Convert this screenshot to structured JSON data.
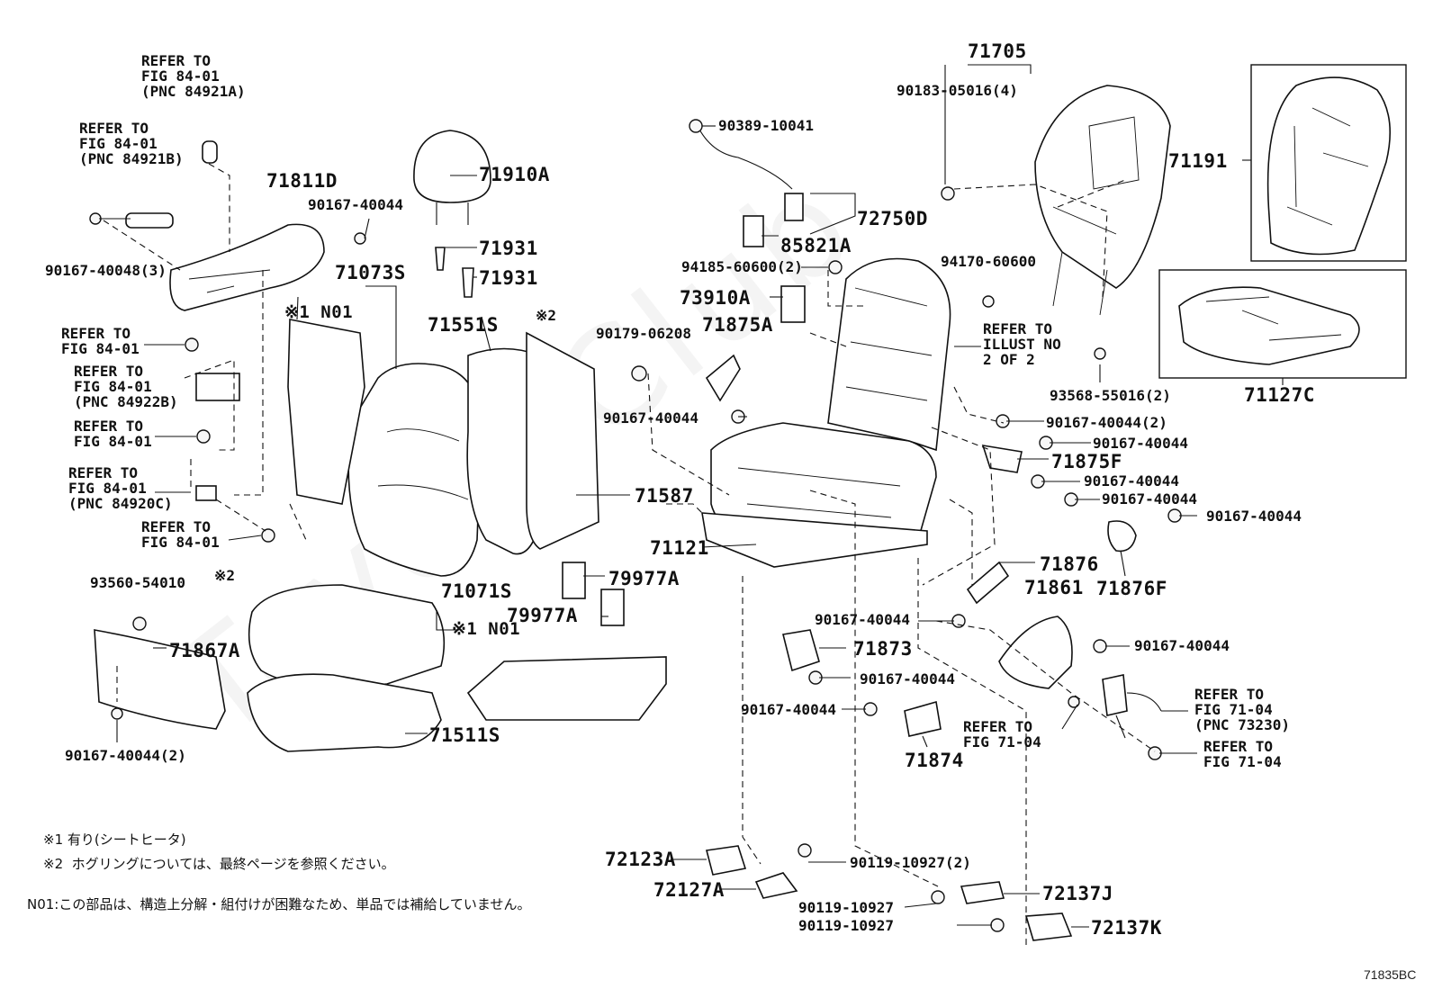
{
  "diagram": {
    "figure_code": "71835BC",
    "watermark": "ToyotaClub"
  },
  "labels": {
    "refer_84921a": "REFER TO\nFIG 84-01\n(PNC 84921A)",
    "refer_84921b": "REFER TO\nFIG 84-01\n(PNC 84921B)",
    "p71811d": "71811D",
    "p90167_40044_a": "90167-40044",
    "p90167_40048": "90167-40048(3)",
    "p71910a": "71910A",
    "p71931_a": "71931",
    "p71931_b": "71931",
    "p71073s": "71073S",
    "n01_a": "※1 N01",
    "p71551s": "71551S",
    "note2_a": "※2",
    "refer_84_01_a": "REFER TO\nFIG 84-01",
    "refer_84922b": "REFER TO\nFIG 84-01\n(PNC 84922B)",
    "refer_84_01_b": "REFER TO\nFIG 84-01",
    "refer_84920c": "REFER TO\nFIG 84-01\n(PNC 84920C)",
    "refer_84_01_c": "REFER TO\nFIG 84-01",
    "p71587": "71587",
    "p93560": "93560-54010",
    "note2_b": "※2",
    "p71071s": "71071S",
    "n01_b": "※1 N01",
    "p79977a_a": "79977A",
    "p79977a_b": "79977A",
    "p71867a": "71867A",
    "p90167_40044_2a": "90167-40044(2)",
    "p71511s": "71511S",
    "p71705": "71705",
    "p90183": "90183-05016(4)",
    "p90389": "90389-10041",
    "p72750d": "72750D",
    "p85821a": "85821A",
    "p94185": "94185-60600(2)",
    "p94170": "94170-60600",
    "p73910a": "73910A",
    "p90179": "90179-06208",
    "p71875a": "71875A",
    "refer_illust": "REFER TO\nILLUST NO\n2 OF 2",
    "p93568": "93568-55016(2)",
    "p71191": "71191",
    "p71127c": "71127C",
    "p90167_40044_b": "90167-40044",
    "p90167_40044_2b": "90167-40044(2)",
    "p90167_40044_c": "90167-40044",
    "p71875f": "71875F",
    "p90167_40044_d": "90167-40044",
    "p90167_40044_e": "90167-40044",
    "p90167_40044_f": "90167-40044",
    "p71121": "71121",
    "p71876": "71876",
    "p71861": "71861",
    "p71876f": "71876F",
    "p90167_40044_g": "90167-40044",
    "p90167_40044_h": "90167-40044",
    "p71873": "71873",
    "p90167_40044_i": "90167-40044",
    "p90167_40044_j": "90167-40044",
    "refer_71_04_a": "REFER TO\nFIG 71-04",
    "refer_73230": "REFER TO\nFIG 71-04\n(PNC 73230)",
    "refer_71_04_b": "REFER TO\nFIG 71-04",
    "p71874": "71874",
    "p72123a": "72123A",
    "p90119_2": "90119-10927(2)",
    "p72127a": "72127A",
    "p90119_a": "90119-10927",
    "p72137j": "72137J",
    "p90119_b": "90119-10927",
    "p72137k": "72137K"
  },
  "notes": {
    "line1": "※1 有り(シートヒータ)",
    "line2": "※2  ホグリングについては、最終ページを参照ください。",
    "line3": "N01:この部品は、構造上分解・組付けが困難なため、単品では補給していません。"
  }
}
